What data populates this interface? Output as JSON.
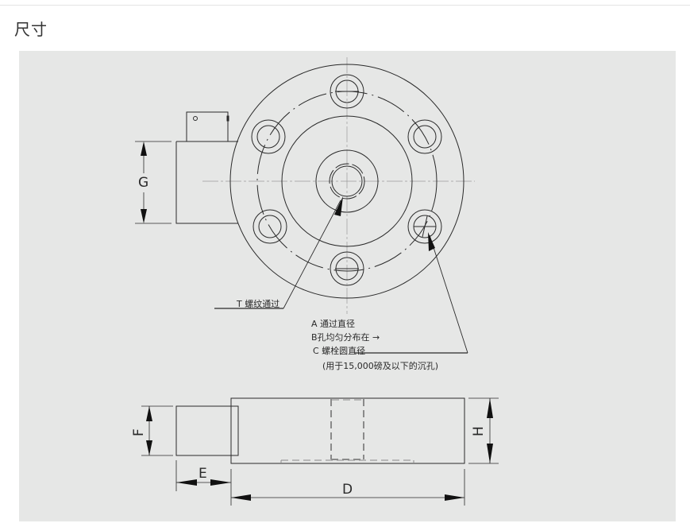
{
  "section": {
    "title": "尺寸"
  },
  "figure": {
    "background_color": "#e6e7e6",
    "line_color": "#2a2a2a",
    "hidden_line_color": "#8a8a8a",
    "top_view": {
      "dimension_labels": {
        "G": "G"
      },
      "callouts": {
        "T": "T 螺纹通过",
        "A": "A 通过直径",
        "B": "B孔均匀分布在 →",
        "C": "C 螺栓圆直径",
        "note": "(用于15,000磅及以下的沉孔)"
      },
      "bolt_hole_count": 6
    },
    "side_view": {
      "dimension_labels": {
        "D": "D",
        "E": "E",
        "F": "F",
        "H": "H"
      }
    }
  }
}
